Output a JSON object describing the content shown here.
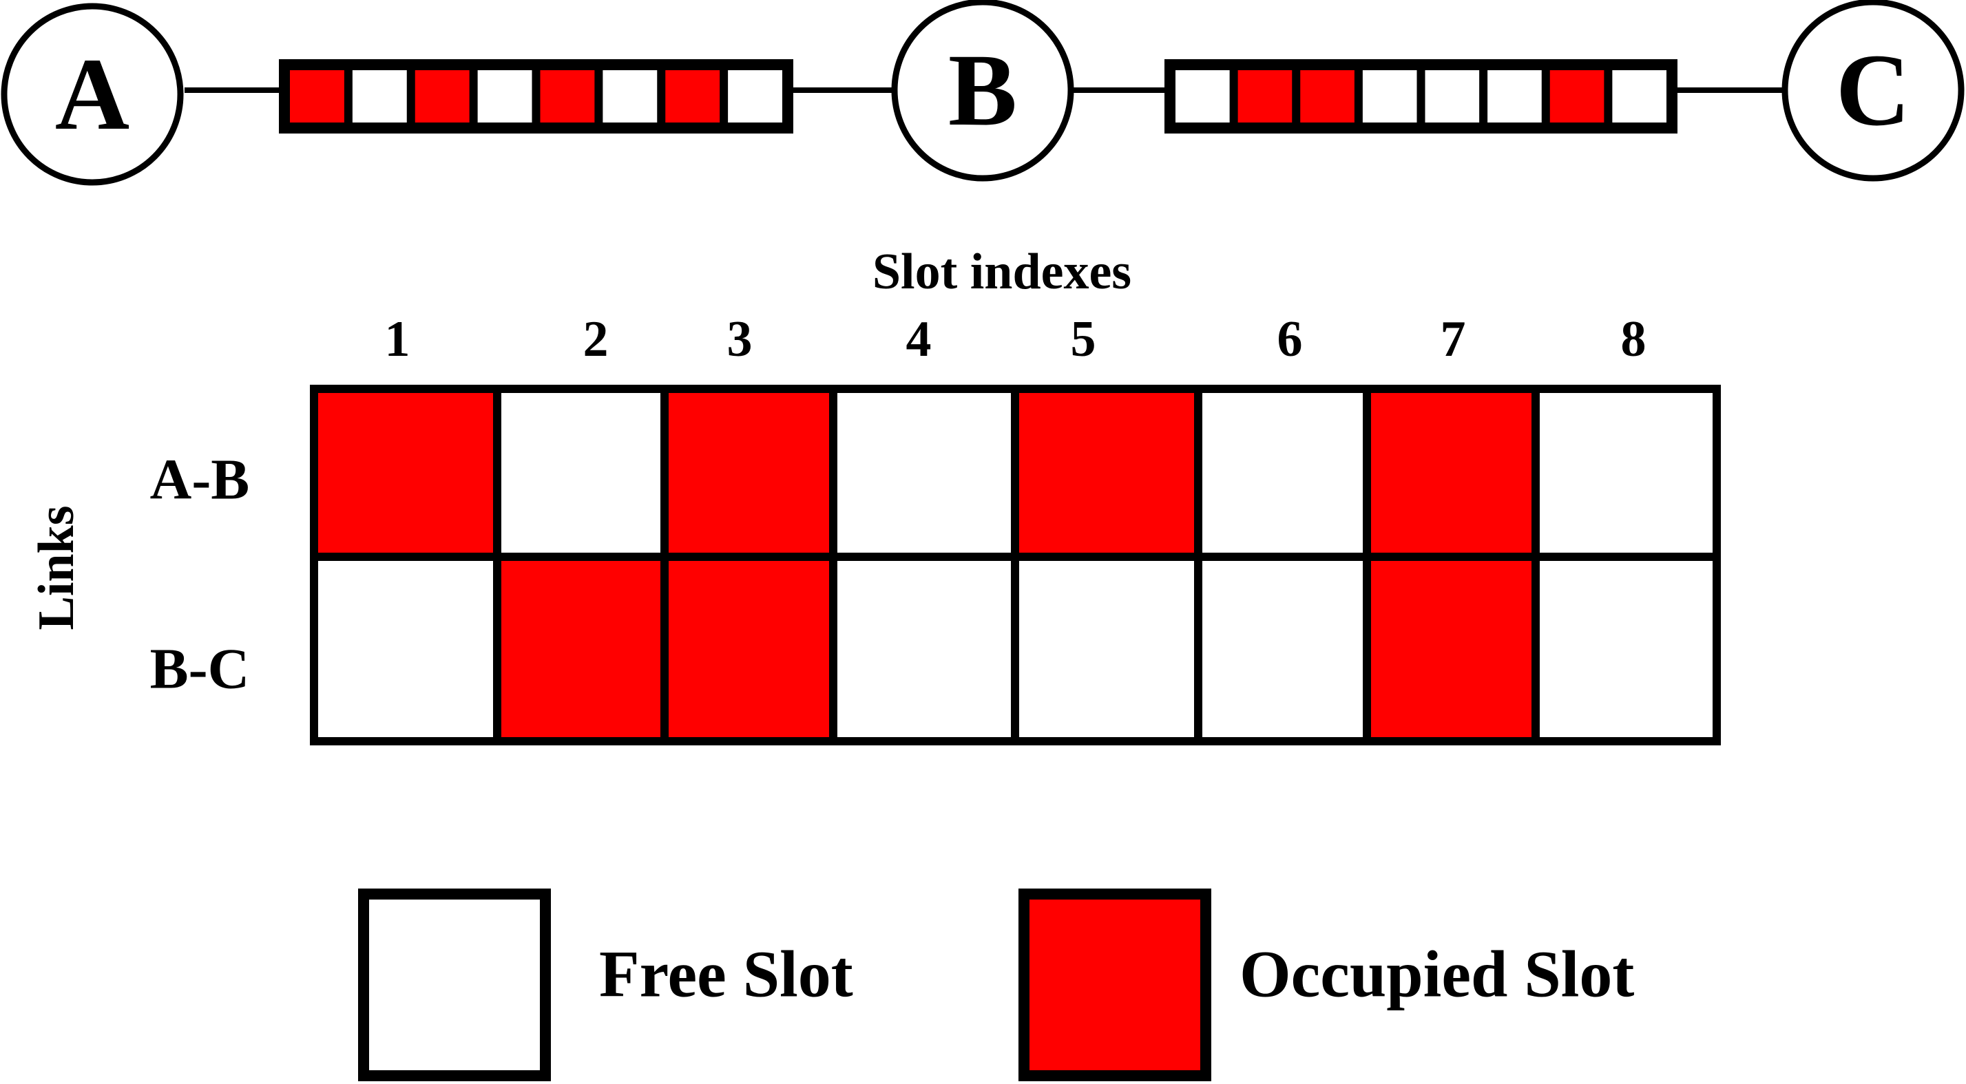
{
  "colors": {
    "occupied": "#ff0000",
    "free": "#ffffff",
    "stroke": "#000000"
  },
  "topology": {
    "nodes": [
      {
        "label": "A"
      },
      {
        "label": "B"
      },
      {
        "label": "C"
      }
    ],
    "links": [
      {
        "from": "A",
        "to": "B",
        "slots": [
          1,
          0,
          1,
          0,
          1,
          0,
          1,
          0
        ]
      },
      {
        "from": "B",
        "to": "C",
        "slots": [
          0,
          1,
          1,
          0,
          0,
          0,
          1,
          0
        ]
      }
    ]
  },
  "matrix": {
    "column_title": "Slot indexes",
    "row_title": "Links",
    "column_labels": [
      "1",
      "2",
      "3",
      "4",
      "5",
      "6",
      "7",
      "8"
    ],
    "rows": [
      {
        "label": "A-B",
        "slots": [
          1,
          0,
          1,
          0,
          1,
          0,
          1,
          0
        ]
      },
      {
        "label": "B-C",
        "slots": [
          0,
          1,
          1,
          0,
          0,
          0,
          1,
          0
        ]
      }
    ]
  },
  "legend": {
    "free_label": "Free Slot",
    "occupied_label": "Occupied Slot"
  }
}
